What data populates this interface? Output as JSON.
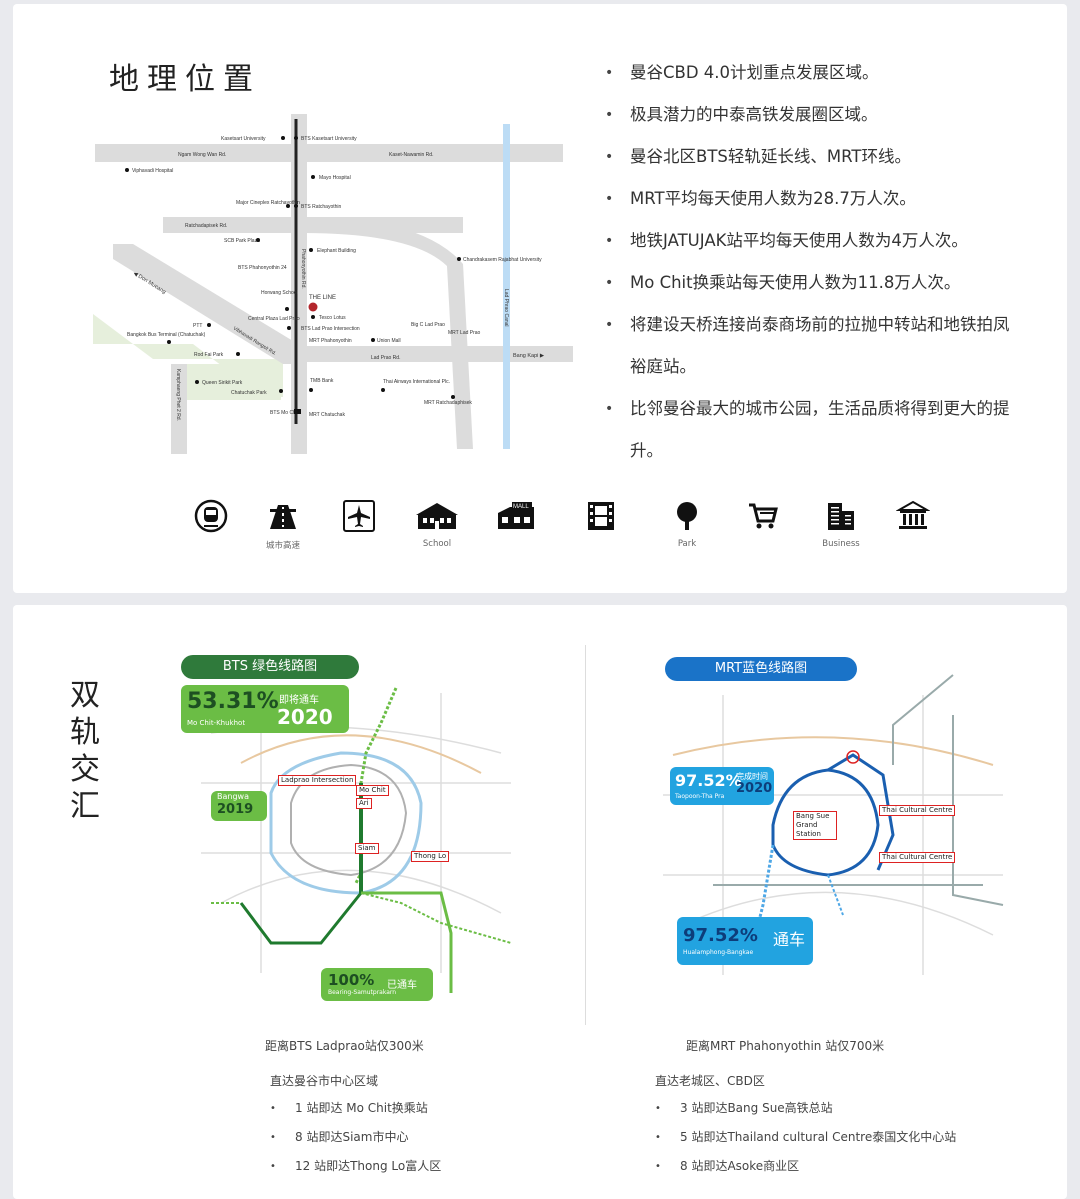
{
  "location": {
    "title": "地理位置",
    "bullets": [
      "曼谷CBD 4.0计划重点发展区域。",
      "极具潜力的中泰高铁发展圈区域。",
      "曼谷北区BTS轻轨延长线、MRT环线。",
      "MRT平均每天使用人数为28.7万人次。",
      "地铁JATUJAK站平均每天使用人数为4万人次。",
      "Mo Chit换乘站每天使用人数为11.8万人次。",
      "将建设天桥连接尚泰商场前的拉抛中转站和地铁拍凤裕庭站。",
      "比邻曼谷最大的城市公园，生活品质将得到更大的提升。"
    ],
    "map": {
      "roads": {
        "ngam": "Ngam Wong Wan Rd.",
        "kaset": "Kaset-Nawamin Rd.",
        "ratchada": "Ratchadapisek Rd.",
        "ladprao": "Lad Prao Rd.",
        "phahon": "Phahonyothin Rd.",
        "vibhavadi": "Vibhavadi Rangsit Rd.",
        "kamphaeng": "Kamphaeng Phet 2 Rd.",
        "canal": "Lad Phrao Canal",
        "bangkapi": "Bang Kapi ▶",
        "donmueang": "◀ Don Mueang"
      },
      "places": {
        "kasetsart_u": "Kasetsart University",
        "bts_kasetsart": "BTS Kasetsart University",
        "vibhavadi_h": "Viphavadi Hospital",
        "mayo": "Mayo Hospital",
        "major": "Major Cineplex Ratchayothin",
        "bts_ratchayothin": "BTS Ratchayothin",
        "scb": "SCB Park Plaza",
        "bts_24": "BTS Phahonyothin 24",
        "elephant": "Elephant Building",
        "chandrakasem": "Chandrakasem Rajabhat University",
        "horwang": "Horwang School",
        "theline": "THE LINE",
        "tesco": "Tesco Lotus",
        "central": "Central Plaza Lad Prao",
        "bts_ladprao": "BTS Lad Prao Intersection",
        "bigc": "Big C Lad Prao",
        "mrt_ladprao": "MRT Lad Prao",
        "mrt_phahon": "MRT Phahonyothin",
        "union": "Union Mall",
        "bangkok_bus": "Bangkok Bus Terminal (Chatuchak)",
        "ptt": "PTT",
        "rodfai": "Rod Fai Park",
        "queen": "Queen Sirikit Park",
        "chatuchak_park": "Chatuchak Park",
        "tmb": "TMB Bank",
        "thai": "Thai Airways International Plc.",
        "mrt_ratchada": "MRT Ratchadaphisek",
        "bts_mochit": "BTS Mo Chit",
        "mrt_chatuchak": "MRT Chatuchak"
      }
    },
    "icons": [
      {
        "name": "metro",
        "caption": ""
      },
      {
        "name": "expressway",
        "caption": "城市高速"
      },
      {
        "name": "airport",
        "caption": ""
      },
      {
        "name": "school",
        "caption": "School"
      },
      {
        "name": "mall",
        "caption": ""
      },
      {
        "name": "cinema",
        "caption": ""
      },
      {
        "name": "park",
        "caption": "Park"
      },
      {
        "name": "supermarket",
        "caption": ""
      },
      {
        "name": "business",
        "caption": "Business"
      },
      {
        "name": "bank",
        "caption": ""
      }
    ]
  },
  "rail": {
    "title": "双轨交汇",
    "bts": {
      "label": "BTS 绿色线路图",
      "top_pct": "53.31%",
      "top_tag": "即将通车",
      "top_year": "2020",
      "top_sub": "Mo Chit-Khukhot",
      "bang_label": "Bangwa",
      "bang_year": "2019",
      "bot_pct": "100%",
      "bot_tag": "已通车",
      "bot_sub": "Bearing-Samutprakarn",
      "stations": {
        "ladprao": "Ladprao Intersection",
        "mochit": "Mo Chit",
        "ari": "Ari",
        "siam": "Siam",
        "thonglo": "Thong Lo"
      },
      "distance": "距离BTS Ladprao站仅300米",
      "reach": "直达曼谷市中心区域",
      "items": [
        "1 站即达 Mo Chit换乘站",
        "8 站即达Siam市中心",
        "12 站即达Thong Lo富人区"
      ]
    },
    "mrt": {
      "label": "MRT蓝色线路图",
      "top_pct": "97.52%",
      "top_tag": "完成时间",
      "top_year": "2020",
      "top_sub": "Taopoon-Tha Pra",
      "bot_pct": "97.52%",
      "bot_tag": "通车",
      "bot_sub": "Hualamphong-Bangkae",
      "stations": {
        "bangsue": "Bang Sue Grand Station",
        "cultural1": "Thai Cultural Centre",
        "cultural2": "Thai Cultural Centre"
      },
      "distance": "距离MRT Phahonyothin 站仅700米",
      "reach": "直达老城区、CBD区",
      "items": [
        "3 站即达Bang Sue高铁总站",
        "5 站即达Thailand cultural Centre泰国文化中心站",
        "8 站即达Asoke商业区"
      ]
    }
  }
}
